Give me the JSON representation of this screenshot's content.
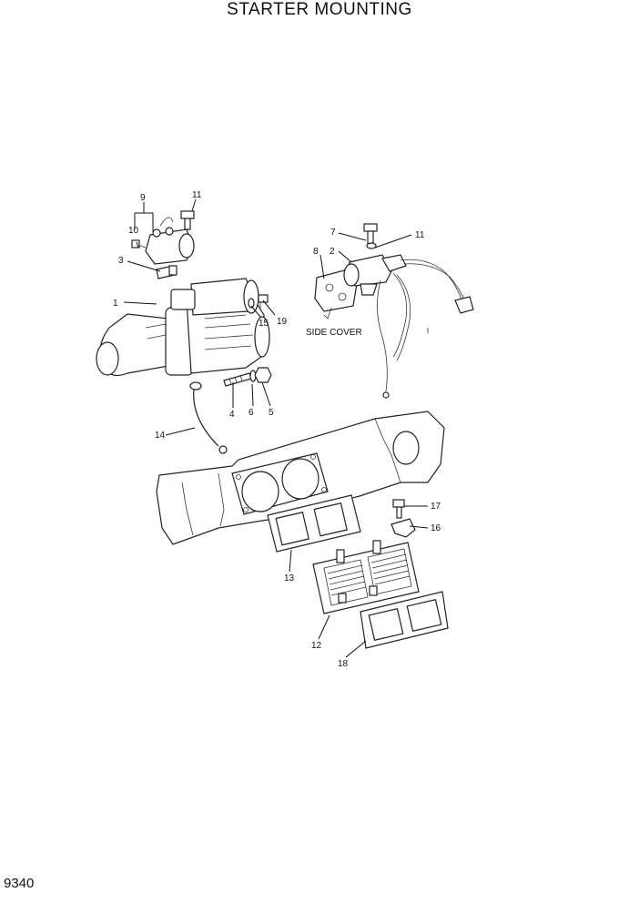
{
  "title": "STARTER MOUNTING",
  "page_number": "9340",
  "side_cover_label": "SIDE COVER",
  "callouts": {
    "c1": "1",
    "c2": "2",
    "c3": "3",
    "c4": "4",
    "c5": "5",
    "c6": "6",
    "c7": "7",
    "c8": "8",
    "c9": "9",
    "c10": "10",
    "c11a": "11",
    "c11b": "11",
    "c12": "12",
    "c13": "13",
    "c14": "14",
    "c15": "15",
    "c16": "16",
    "c17": "17",
    "c18": "18",
    "c19": "19"
  }
}
